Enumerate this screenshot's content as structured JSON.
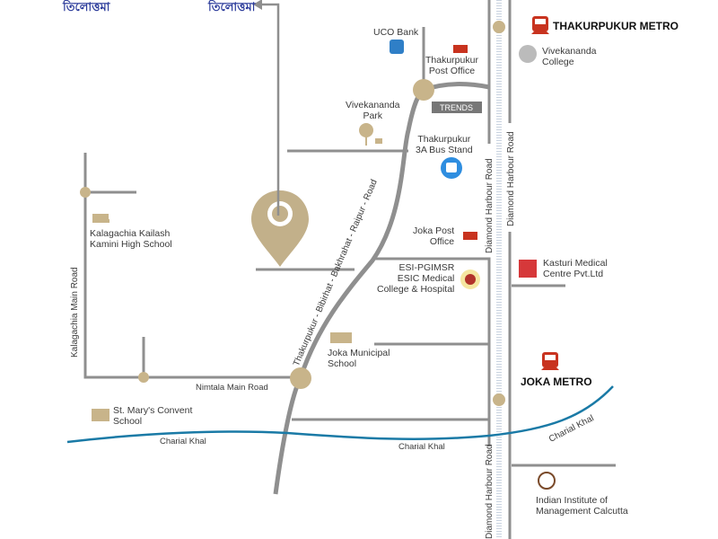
{
  "colors": {
    "road": "#8f8f8f",
    "junction": "#c8b48a",
    "pin": "#c2b08a",
    "river": "#1a7aa6",
    "metro": "#c8331f",
    "bengali_text": "#2a3a9a"
  },
  "bengali_labels": {
    "left": "তিলোত্তমা",
    "right": "তিলোত্তমা"
  },
  "metro_stations": {
    "thakurpukur": "THAKURPUKUR METRO",
    "joka": "JOKA METRO"
  },
  "places": {
    "uco_bank": "UCO Bank",
    "thakurpukur_post_office": [
      "Thakurpukur",
      "Post Office"
    ],
    "vivekananda_park": [
      "Vivekananda",
      "Park"
    ],
    "trends": "TRENDS",
    "bus_stand": [
      "Thakurpukur",
      "3A Bus Stand"
    ],
    "vivekananda_college": [
      "Vivekananda",
      "College"
    ],
    "kalagachia_school": [
      "Kalagachia Kailash",
      "Kamini High School"
    ],
    "joka_post_office": [
      "Joka Post",
      "Office"
    ],
    "esi_hospital": [
      "ESI-PGIMSR",
      "ESIC Medical",
      "College & Hospital"
    ],
    "kasturi_medical": [
      "Kasturi Medical",
      "Centre Pvt.Ltd"
    ],
    "joka_school": [
      "Joka Municipal",
      "School"
    ],
    "st_marys": [
      "St. Mary's Convent",
      "School"
    ],
    "iim": [
      "Indian Institute of",
      "Management Calcutta"
    ]
  },
  "roads": {
    "main": "Thakurpukur - Bibirhat - Bakhrahat - Raipur - Road",
    "kalagachia": "Kalagachia Main Road",
    "nimtala": "Nimtala Main Road",
    "diamond_harbour": "Diamond Harbour Road"
  },
  "river": "Charial Khal"
}
